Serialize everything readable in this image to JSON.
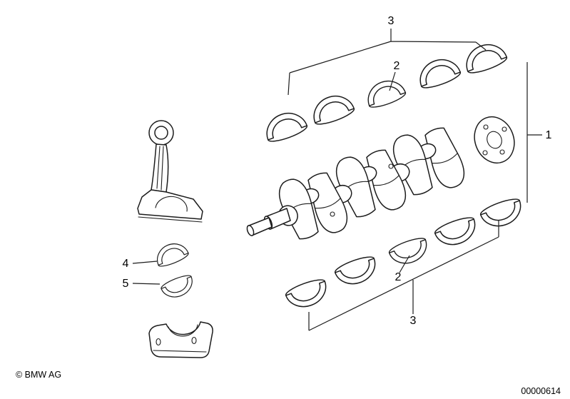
{
  "diagram": {
    "callouts": {
      "one": "1",
      "two_top": "2",
      "three_top": "3",
      "two_bottom": "2",
      "three_bottom": "3",
      "four": "4",
      "five": "5"
    },
    "footer": {
      "copyright": "© BMW AG",
      "document_number": "00000614"
    },
    "colors": {
      "line": "#1c1c1c",
      "background": "#ffffff"
    }
  }
}
